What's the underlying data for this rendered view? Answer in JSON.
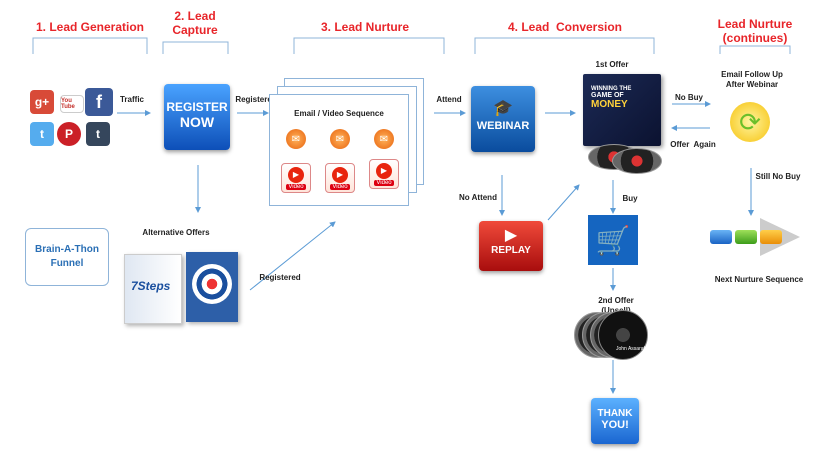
{
  "stages": {
    "lead_generation": "1. Lead Generation",
    "lead_capture": "2. Lead\nCapture",
    "lead_nurture": "3. Lead Nurture",
    "lead_conversion": "4. Lead  Conversion",
    "lead_nurture_continues": "Lead Nurture\n(continues)"
  },
  "labels": {
    "traffic": "Traffic",
    "registered_1": "Registered",
    "email_video_sequence": "Email / Video Sequence",
    "attend": "Attend",
    "first_offer": "1st Offer",
    "no_buy": "No Buy",
    "offer_again": "Offer  Again",
    "email_follow_up": "Email Follow Up\nAfter Webinar",
    "still_no_buy": "Still No Buy",
    "next_nurture_sequence": "Next Nurture Sequence",
    "no_attend": "No Attend",
    "buy": "Buy",
    "second_offer": "2nd Offer (Upsell)",
    "alternative_offers": "Alternative Offers",
    "registered_2": "Registered",
    "funnel_name": "Brain-A-Thon\nFunnel"
  },
  "buttons": {
    "register": "REGISTER",
    "now": "NOW",
    "webinar": "WEBINAR",
    "replay": "REPLAY",
    "thank": "THANK",
    "you": "YOU!",
    "video": "Video"
  },
  "social": [
    "g+",
    "You Tube",
    "f",
    "t",
    "P",
    "t"
  ],
  "product": {
    "title_1": "WINNING THE",
    "title_2": "GAME OF",
    "title_3": "MONEY",
    "upsell_author": "John Assaraf"
  },
  "book": {
    "title": "7Steps"
  },
  "colors": {
    "stage_red": "#e8252a",
    "line_blue": "#5b9bd5",
    "bracket_blue": "#8fb4d9"
  }
}
